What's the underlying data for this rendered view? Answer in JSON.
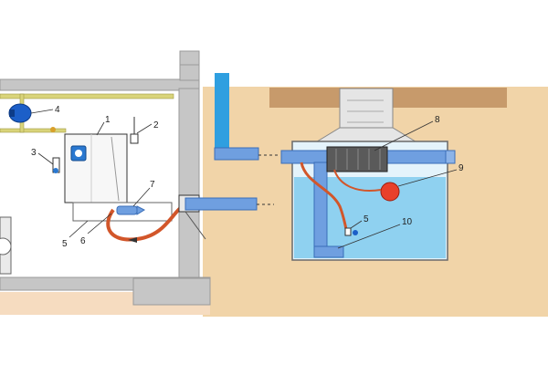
{
  "diagram": {
    "callouts": [
      {
        "id": "c1",
        "text": "1"
      },
      {
        "id": "c2",
        "text": "2"
      },
      {
        "id": "c3",
        "text": "3"
      },
      {
        "id": "c4",
        "text": "4"
      },
      {
        "id": "c5a",
        "text": "5"
      },
      {
        "id": "c6",
        "text": "6"
      },
      {
        "id": "c7",
        "text": "7"
      },
      {
        "id": "c8",
        "text": "8"
      },
      {
        "id": "c9",
        "text": "9"
      },
      {
        "id": "c5b",
        "text": "5"
      },
      {
        "id": "c10",
        "text": "10"
      }
    ]
  },
  "colors": {
    "soil": "#f1d4a8",
    "soil_dark": "#c79a6b",
    "wall": "#c6c6c6",
    "pipe_blue": "#6f9fe0",
    "water": "#8fd1f0",
    "tank_fill": "#e4f3fb",
    "hose": "#d2562a",
    "float": "#e8402a",
    "cabinet": "#f7f7f7",
    "filter": "#5a5a5a",
    "downpipe": "#2f9fe0",
    "pump": "#1c5fc8"
  }
}
